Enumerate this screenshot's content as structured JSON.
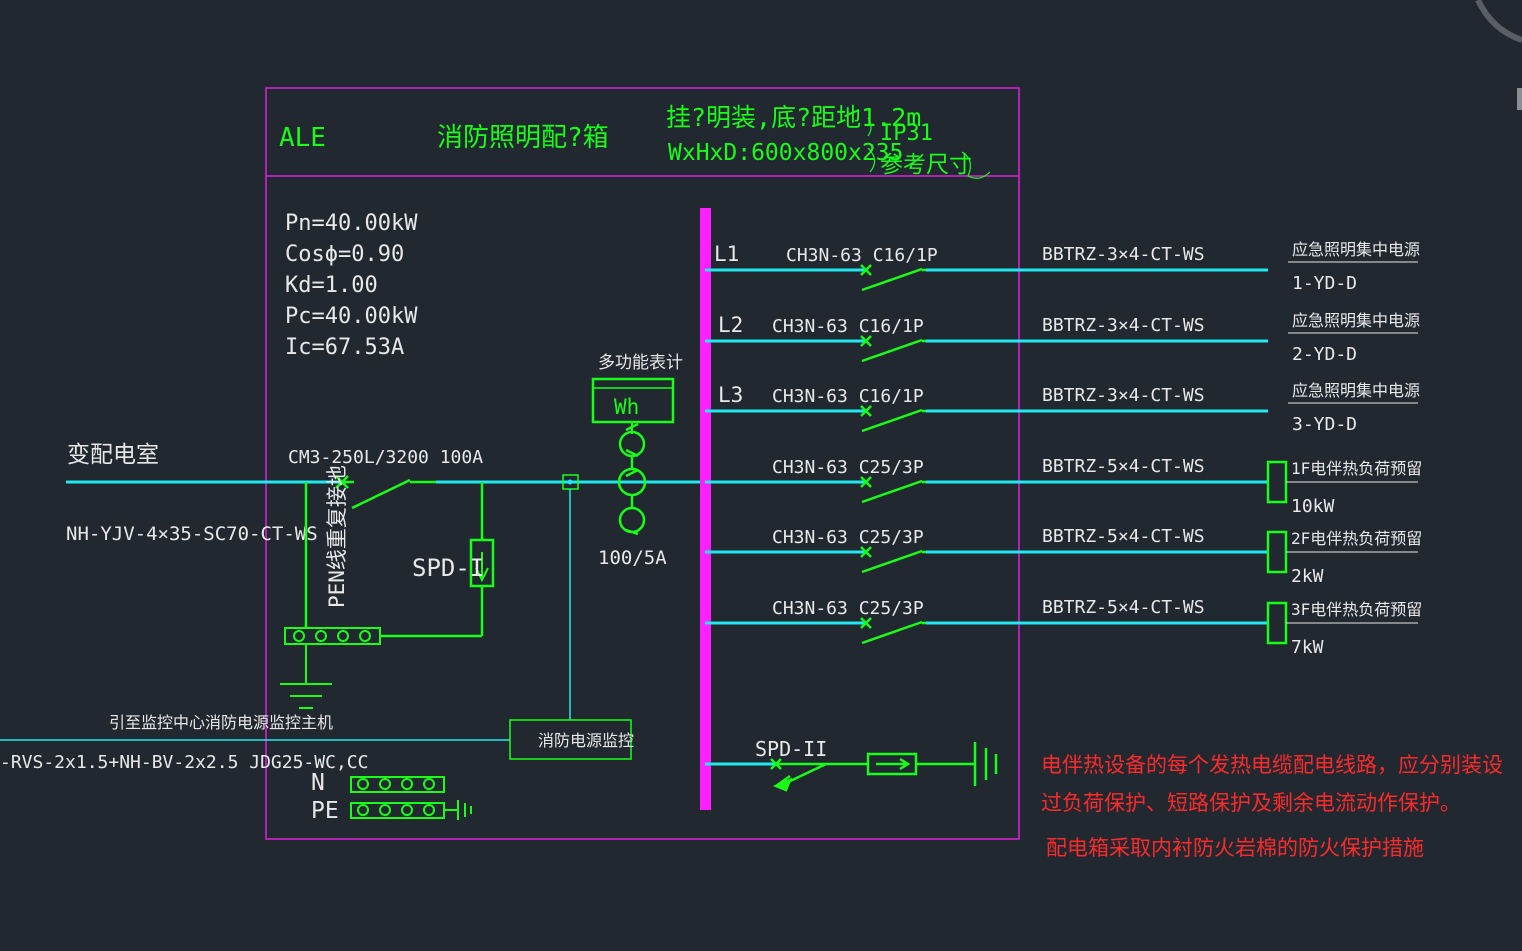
{
  "panel": {
    "code": "ALE",
    "name": "消防照明配?箱",
    "mount_line1": "挂?明装,底?距地1.2m",
    "mount_line2": "WxHxD:600x800x235",
    "ip": "IP31",
    "ref_size": "参考尺寸"
  },
  "params": [
    "Pn=40.00kW",
    "Cosϕ=0.90",
    "Kd=1.00",
    "Pc=40.00kW",
    "Ic=67.53A"
  ],
  "incoming": {
    "source": "变配电室",
    "cable": "NH-YJV-4×35-SC70-CT-WS",
    "breaker": "CM3-250L/3200 100A",
    "pen_note": "PEN线重复接地",
    "spd1": "SPD-I",
    "meter_label": "多功能表计",
    "meter_symbol": "Wh",
    "ct_ratio": "100/5A"
  },
  "monitor": {
    "note": "引至监控中心消防电源监控主机",
    "cable": "-RVS-2x1.5+NH-BV-2x2.5 JDG25-WC,CC",
    "device": "消防电源监控"
  },
  "terminals": {
    "n": "N",
    "pe": "PE"
  },
  "spd2": "SPD-II",
  "circuits": [
    {
      "id": "L1",
      "breaker": "CH3N-63 C16/1P",
      "cable": "BBTRZ-3×4-CT-WS",
      "load": "应急照明集中电源",
      "sub": "1-YD-D"
    },
    {
      "id": "L2",
      "breaker": "CH3N-63 C16/1P",
      "cable": "BBTRZ-3×4-CT-WS",
      "load": "应急照明集中电源",
      "sub": "2-YD-D"
    },
    {
      "id": "L3",
      "breaker": "CH3N-63 C16/1P",
      "cable": "BBTRZ-3×4-CT-WS",
      "load": "应急照明集中电源",
      "sub": "3-YD-D"
    },
    {
      "id": "",
      "breaker": "CH3N-63 C25/3P",
      "cable": "BBTRZ-5×4-CT-WS",
      "load": "1F电伴热负荷预留",
      "sub": "10kW"
    },
    {
      "id": "",
      "breaker": "CH3N-63 C25/3P",
      "cable": "BBTRZ-5×4-CT-WS",
      "load": "2F电伴热负荷预留",
      "sub": "2kW"
    },
    {
      "id": "",
      "breaker": "CH3N-63 C25/3P",
      "cable": "BBTRZ-5×4-CT-WS",
      "load": "3F电伴热负荷预留",
      "sub": "7kW"
    }
  ],
  "notes": [
    "电伴热设备的每个发热电缆配电线路，应分别装设",
    "过负荷保护、短路保护及剩余电流动作保护。",
    "配电箱采取内衬防火岩棉的防火保护措施"
  ],
  "colors": {
    "background": "#212830",
    "panel_border": "#e020e0",
    "busbar": "#ff20ff",
    "wire": "#22e8f0",
    "symbol": "#19ff19",
    "text": "#e8e8e8",
    "note": "#ff2a2a"
  }
}
